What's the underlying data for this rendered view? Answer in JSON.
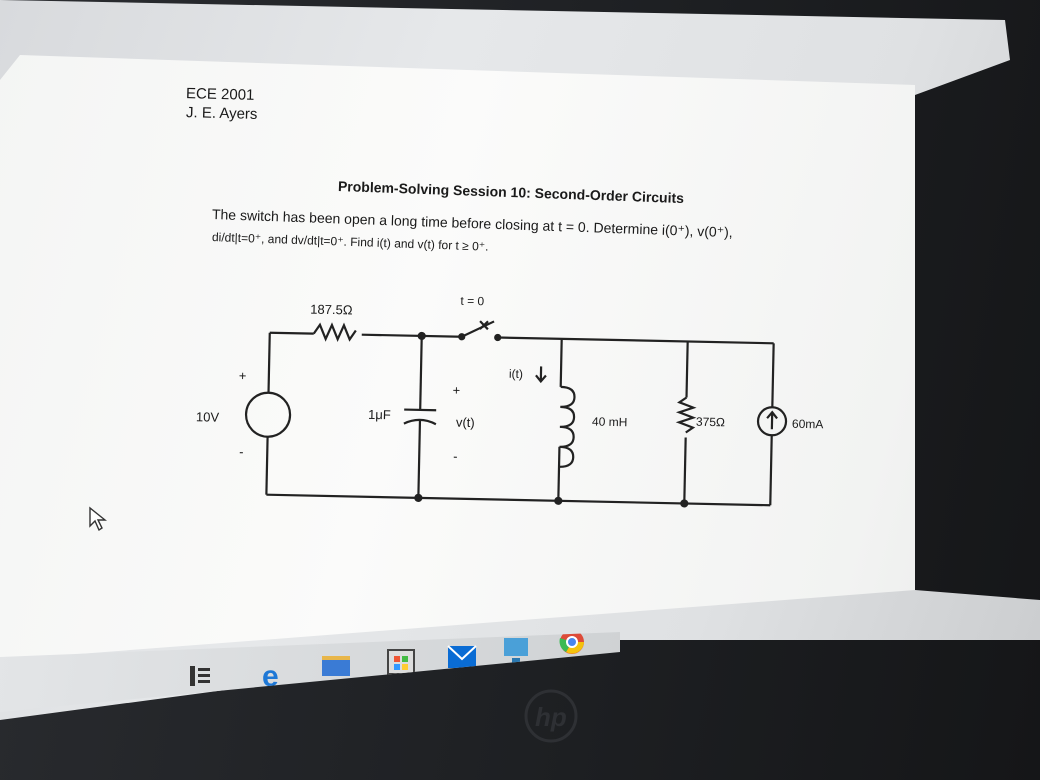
{
  "header": {
    "course": "ECE 2001",
    "author": "J. E. Ayers"
  },
  "problem": {
    "title": "Problem-Solving Session 10: Second-Order Circuits",
    "statement_line1": "The switch has been open a long time before closing at t = 0. Determine i(0⁺), v(0⁺),",
    "statement_line2": "di/dt|t=0⁺, and dv/dt|t=0⁺. Find i(t) and v(t) for t ≥ 0⁺."
  },
  "circuit": {
    "source_voltage": "10V",
    "source_plus": "+",
    "source_minus": "-",
    "series_resistor": "187.5Ω",
    "switch_label": "t = 0",
    "capacitor": "1μF",
    "cap_voltage": "v(t)",
    "cap_plus": "+",
    "cap_minus": "-",
    "current_label": "i(t)",
    "inductor": "40 mH",
    "parallel_resistor": "375Ω",
    "current_source": "60mA"
  },
  "taskbar": {
    "icons": [
      "taskview-icon",
      "edge-icon",
      "file-explorer-icon",
      "store-icon",
      "mail-icon",
      "network-icon",
      "chrome-icon"
    ]
  },
  "device": {
    "brand_logo": "hp"
  },
  "colors": {
    "screen": "#f4f5f4",
    "ink": "#1a1a1a",
    "bezel": "#0d0e10"
  }
}
